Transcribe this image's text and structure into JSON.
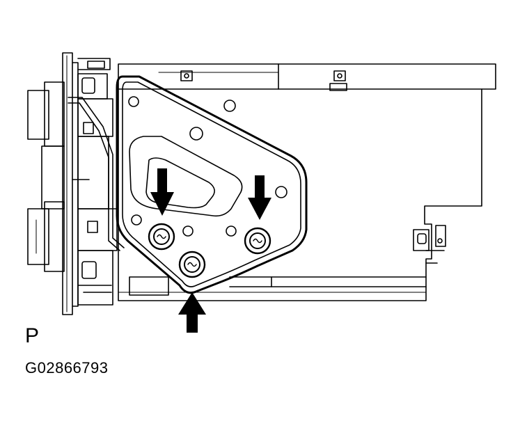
{
  "figure": {
    "view_letter": "P",
    "figure_code": "G02866793"
  },
  "callouts": {
    "bolt_count": 3,
    "arrow_count": 3
  },
  "colors": {
    "line": "#000000",
    "background": "#ffffff"
  }
}
